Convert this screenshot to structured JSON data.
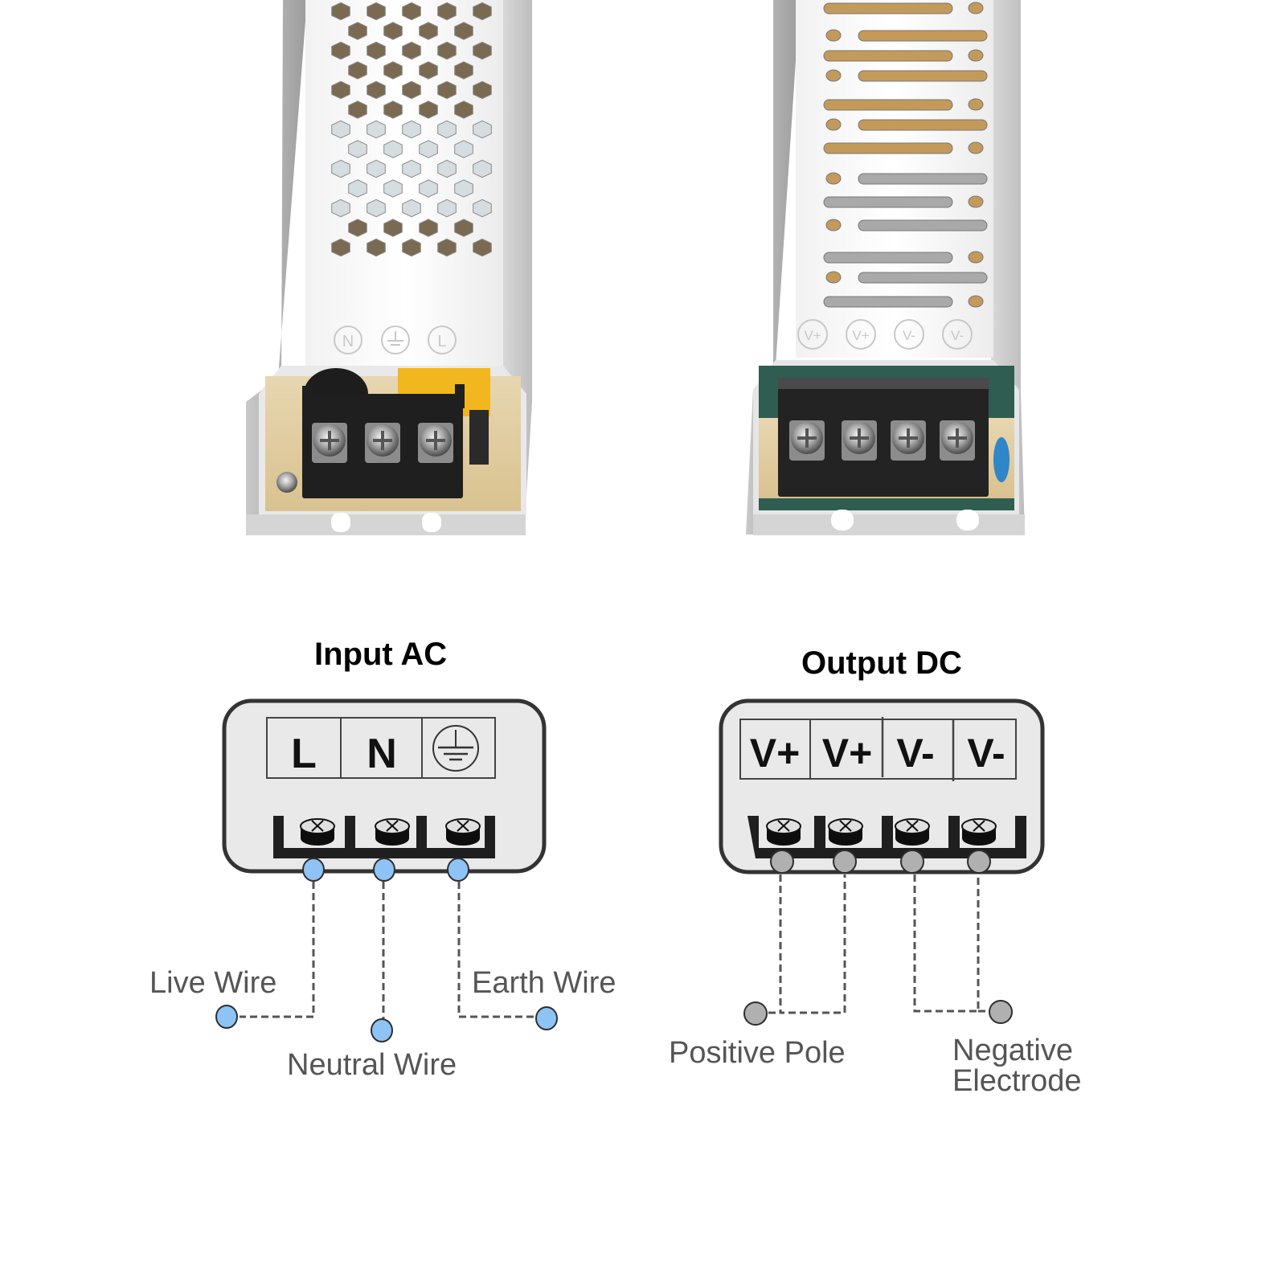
{
  "photos": {
    "input_unit": {
      "description": "Slim LED power supply, AC input end with 3-terminal block",
      "cover_markings": [
        "N",
        "earth",
        "L"
      ],
      "vent_pattern": "hexagonal"
    },
    "output_unit": {
      "description": "Slim LED power supply, DC output end with 4-terminal block",
      "cover_markings": [
        "V+",
        "V+",
        "V-",
        "V-"
      ],
      "vent_pattern": "slotted"
    }
  },
  "input_diagram": {
    "title": "Input AC",
    "terminals": [
      {
        "label": "L",
        "icon": "text"
      },
      {
        "label": "N",
        "icon": "text"
      },
      {
        "label": "",
        "icon": "ground-icon"
      }
    ],
    "wires": [
      {
        "label": "Live Wire",
        "terminal": "L"
      },
      {
        "label": "Neutral Wire",
        "terminal": "N"
      },
      {
        "label": "Earth Wire",
        "terminal": "ground"
      }
    ],
    "connector_color": "#8ec3f5"
  },
  "output_diagram": {
    "title": "Output DC",
    "terminals": [
      {
        "label": "V+"
      },
      {
        "label": "V+"
      },
      {
        "label": "V-"
      },
      {
        "label": "V-"
      }
    ],
    "wires": [
      {
        "label": "Positive Pole",
        "terminals": [
          "V+",
          "V+"
        ]
      },
      {
        "label_line1": "Negative",
        "label_line2": "Electrode",
        "terminals": [
          "V-",
          "V-"
        ]
      }
    ],
    "connector_color": "#b0b0b0"
  }
}
